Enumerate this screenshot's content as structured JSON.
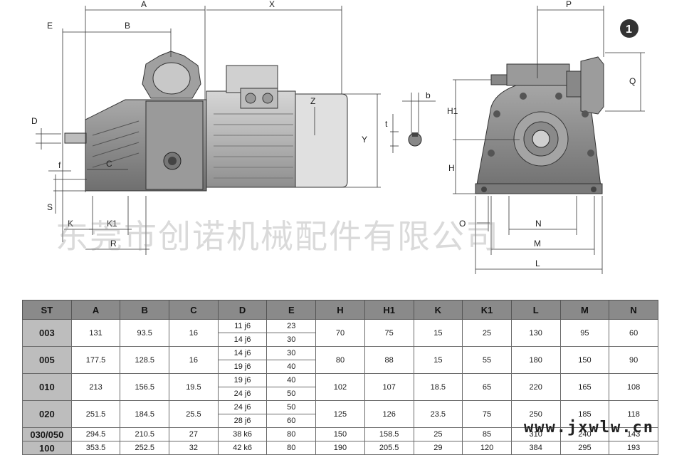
{
  "drawing": {
    "labels": {
      "A": "A",
      "X": "X",
      "E": "E",
      "B": "B",
      "D": "D",
      "Z": "Z",
      "Y": "Y",
      "f": "f",
      "C": "C",
      "S": "S",
      "K": "K",
      "K1": "K1",
      "R": "R",
      "b": "b",
      "t": "t",
      "P": "P",
      "Q": "Q",
      "H1": "H1",
      "H": "H",
      "O": "O",
      "N": "N",
      "M": "M",
      "L": "L"
    },
    "badge": "1",
    "watermark": "东莞市创诺机械配件有限公司"
  },
  "site_mark": "www.jxwlw.cn",
  "table": {
    "headers": [
      "ST",
      "A",
      "B",
      "C",
      "D",
      "E",
      "H",
      "H1",
      "K",
      "K1",
      "L",
      "M",
      "N"
    ],
    "rows": [
      {
        "st": "003",
        "A": "131",
        "B": "93.5",
        "C": "16",
        "D": [
          "11 j6",
          "14 j6"
        ],
        "E": [
          "23",
          "30"
        ],
        "H": "70",
        "H1": "75",
        "K": "15",
        "K1": "25",
        "L": "130",
        "M": "95",
        "N": "60"
      },
      {
        "st": "005",
        "A": "177.5",
        "B": "128.5",
        "C": "16",
        "D": [
          "14 j6",
          "19 j6"
        ],
        "E": [
          "30",
          "40"
        ],
        "H": "80",
        "H1": "88",
        "K": "15",
        "K1": "55",
        "L": "180",
        "M": "150",
        "N": "90"
      },
      {
        "st": "010",
        "A": "213",
        "B": "156.5",
        "C": "19.5",
        "D": [
          "19 j6",
          "24 j6"
        ],
        "E": [
          "40",
          "50"
        ],
        "H": "102",
        "H1": "107",
        "K": "18.5",
        "K1": "65",
        "L": "220",
        "M": "165",
        "N": "108"
      },
      {
        "st": "020",
        "A": "251.5",
        "B": "184.5",
        "C": "25.5",
        "D": [
          "24 j6",
          "28 j6"
        ],
        "E": [
          "50",
          "60"
        ],
        "H": "125",
        "H1": "126",
        "K": "23.5",
        "K1": "75",
        "L": "250",
        "M": "185",
        "N": "118"
      },
      {
        "st": "030/050",
        "A": "294.5",
        "B": "210.5",
        "C": "27",
        "D": [
          "38 k6"
        ],
        "E": [
          "80"
        ],
        "H": "150",
        "H1": "158.5",
        "K": "25",
        "K1": "85",
        "L": "310",
        "M": "240",
        "N": "143"
      },
      {
        "st": "100",
        "A": "353.5",
        "B": "252.5",
        "C": "32",
        "D": [
          "42 k6"
        ],
        "E": [
          "80"
        ],
        "H": "190",
        "H1": "205.5",
        "K": "29",
        "K1": "120",
        "L": "384",
        "M": "295",
        "N": "193"
      }
    ]
  }
}
